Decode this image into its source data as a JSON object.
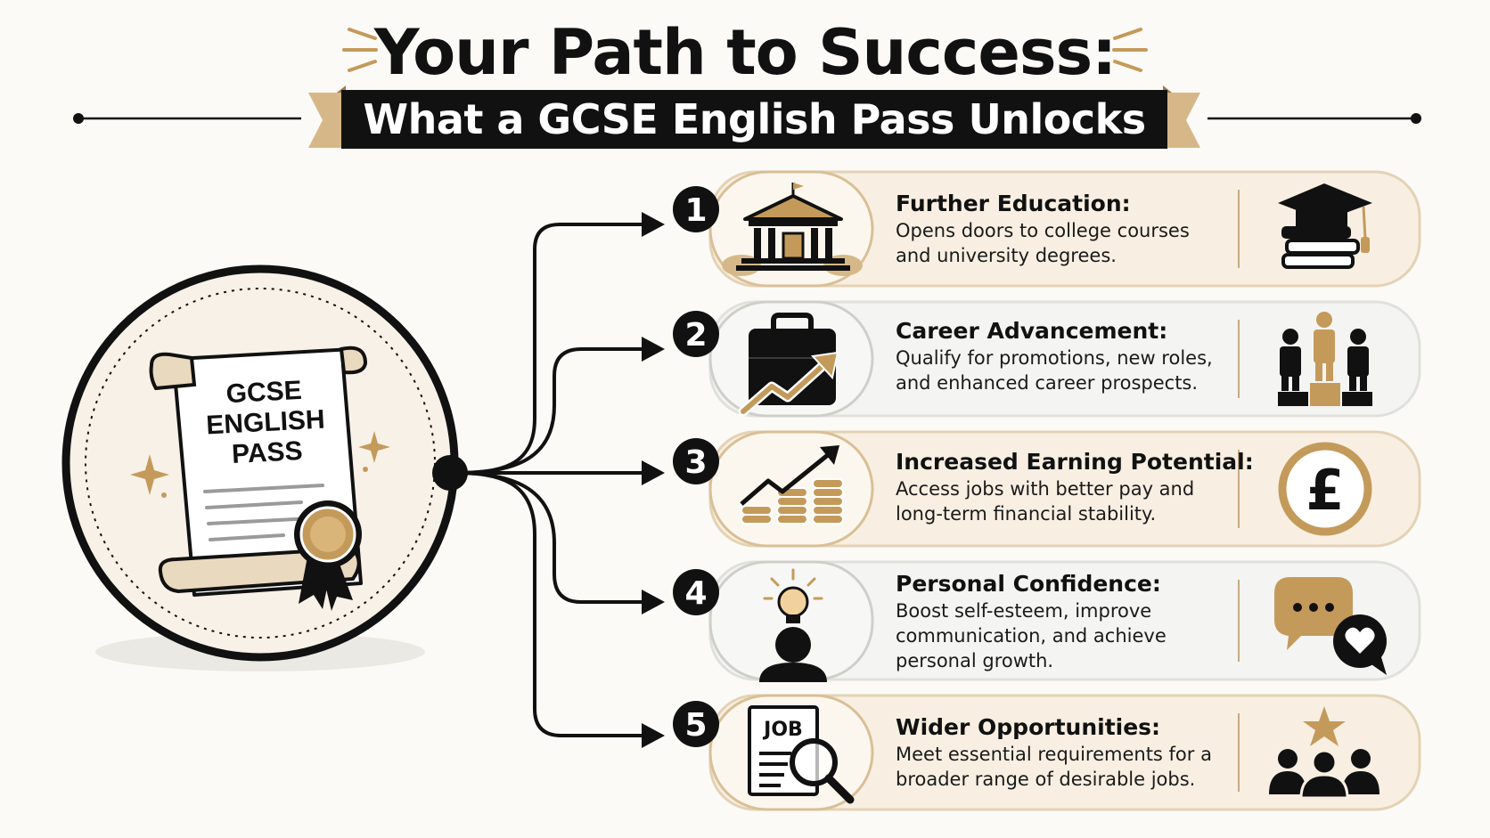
{
  "title": "Your Path to Success:",
  "subtitle": "What a GCSE English Pass Unlocks",
  "scroll": {
    "lines": [
      "GCSE",
      "ENGLISH",
      "PASS"
    ]
  },
  "items": [
    {
      "number": "1",
      "title": "Further Education:",
      "description": "Opens doors to college courses and university degrees.",
      "left_icon": "university-building-icon",
      "right_icon": "graduation-cap-books-icon"
    },
    {
      "number": "2",
      "title": "Career Advancement:",
      "description": "Qualify for promotions, new roles, and enhanced career prospects.",
      "left_icon": "briefcase-growth-icon",
      "right_icon": "podium-people-icon"
    },
    {
      "number": "3",
      "title": "Increased Earning Potential:",
      "description": "Access jobs with better pay and long-term financial stability.",
      "left_icon": "coins-growth-icon",
      "right_icon": "pound-coin-icon"
    },
    {
      "number": "4",
      "title": "Personal Confidence:",
      "description": "Boost self-esteem, improve communication, and achieve personal growth.",
      "left_icon": "lightbulb-head-icon",
      "right_icon": "speech-heart-icon"
    },
    {
      "number": "5",
      "title": "Wider Opportunities:",
      "description": "Meet essential requirements for a broader range of desirable jobs.",
      "left_icon": "job-search-icon",
      "right_icon": "team-star-icon"
    }
  ],
  "job_label": "JOB",
  "currency_symbol": "£",
  "colors": {
    "gold": "#c49a5b",
    "dark": "#111111",
    "cream": "#f7efe3",
    "light_gray": "#f3f3f1"
  }
}
